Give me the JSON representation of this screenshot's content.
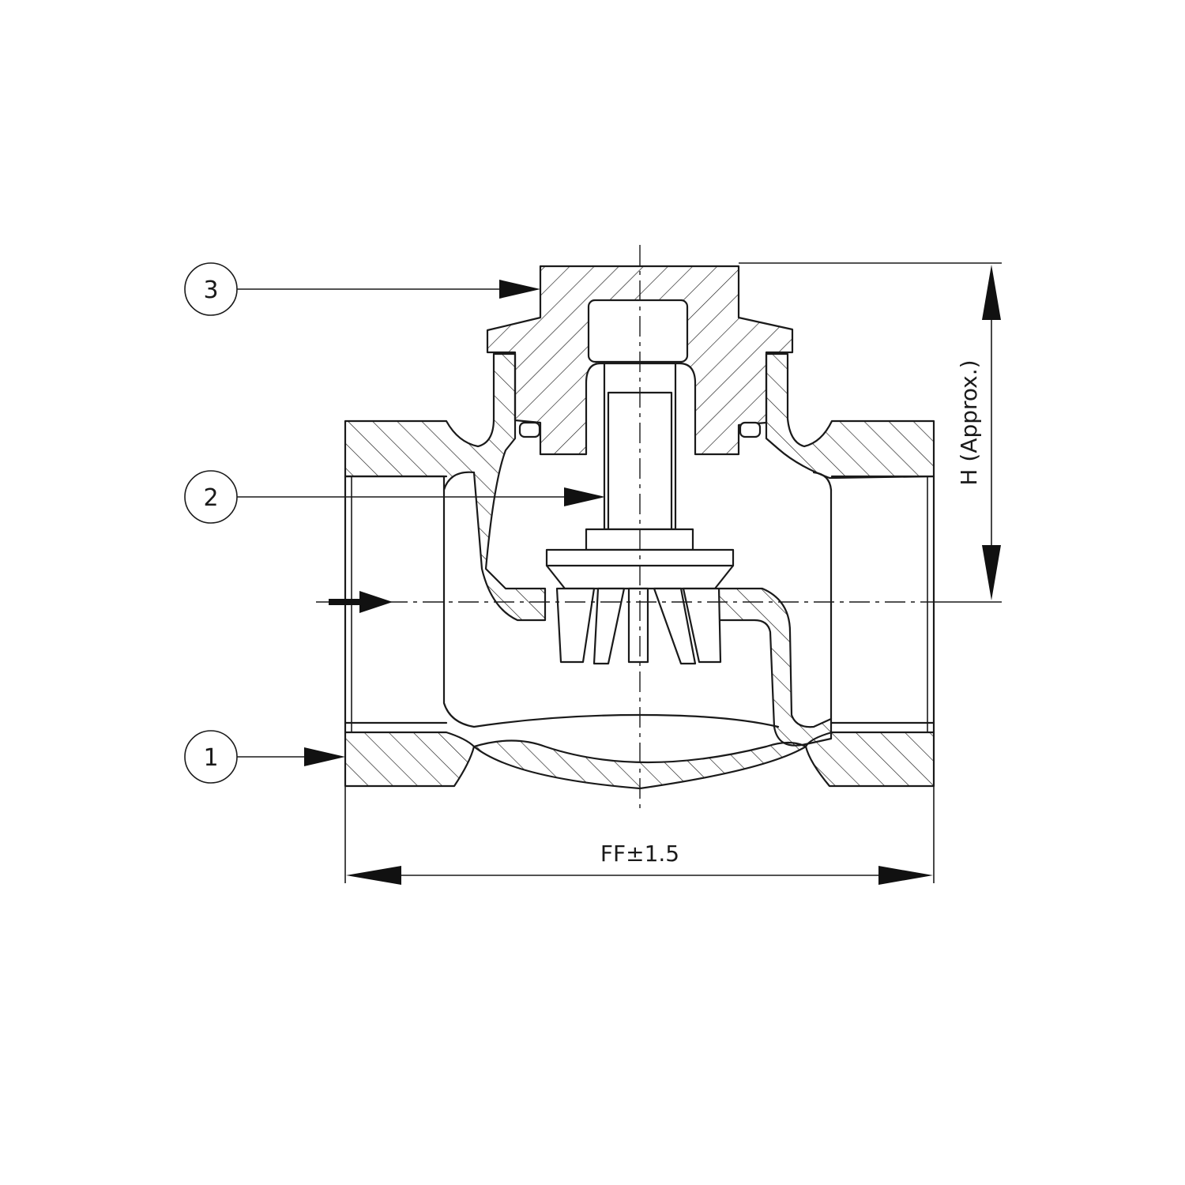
{
  "callouts": [
    {
      "number": "1"
    },
    {
      "number": "2"
    },
    {
      "number": "3"
    }
  ],
  "dimensions": {
    "face_to_face": "FF±1.5",
    "height": "H (Approx.)"
  }
}
